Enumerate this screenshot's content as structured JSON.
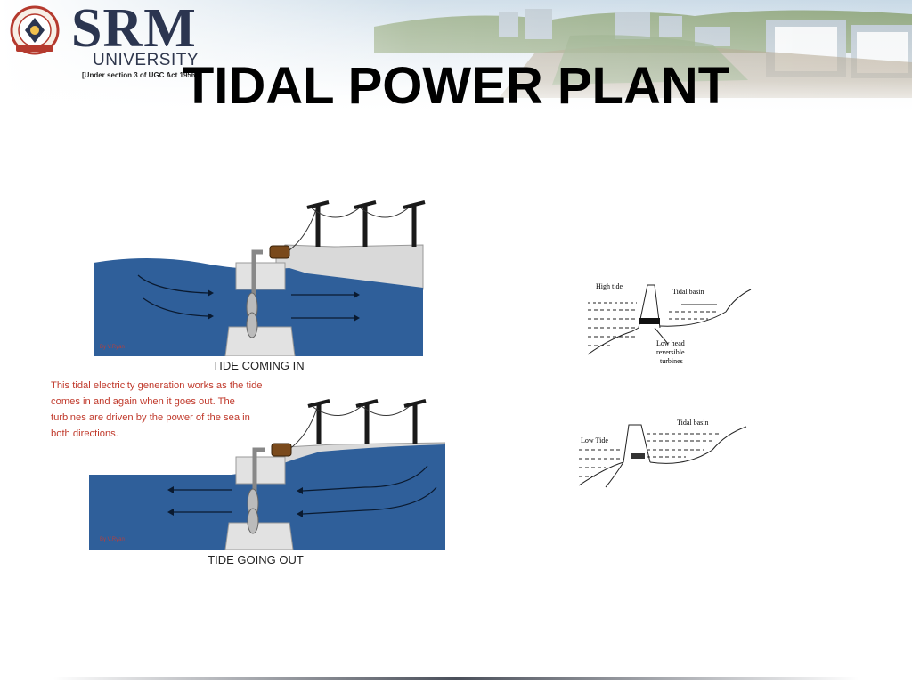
{
  "slide": {
    "title": "TIDAL POWER PLANT",
    "logo": {
      "name": "SRM",
      "subtitle": "UNIVERSITY",
      "note": "[Under section 3 of UGC Act 1956]"
    }
  },
  "diagram_in": {
    "caption": "TIDE COMING IN",
    "credit": "By V.Ryan"
  },
  "diagram_out": {
    "caption": "TIDE GOING OUT",
    "credit": "By V.Ryan"
  },
  "description": "This tidal electricity generation works as the tide comes in and again when it goes out. The turbines are driven by the power of the sea in both directions.",
  "sketch_high": {
    "high_tide": "High tide",
    "basin": "Tidal basin",
    "turbine_l1": "Low head",
    "turbine_l2": "reversible",
    "turbine_l3": "turbines"
  },
  "sketch_low": {
    "low_tide": "Low Tide",
    "basin": "Tidal basin"
  },
  "colors": {
    "water": "#2f5f9a",
    "text_accent": "#c0392b",
    "title": "#000000"
  }
}
